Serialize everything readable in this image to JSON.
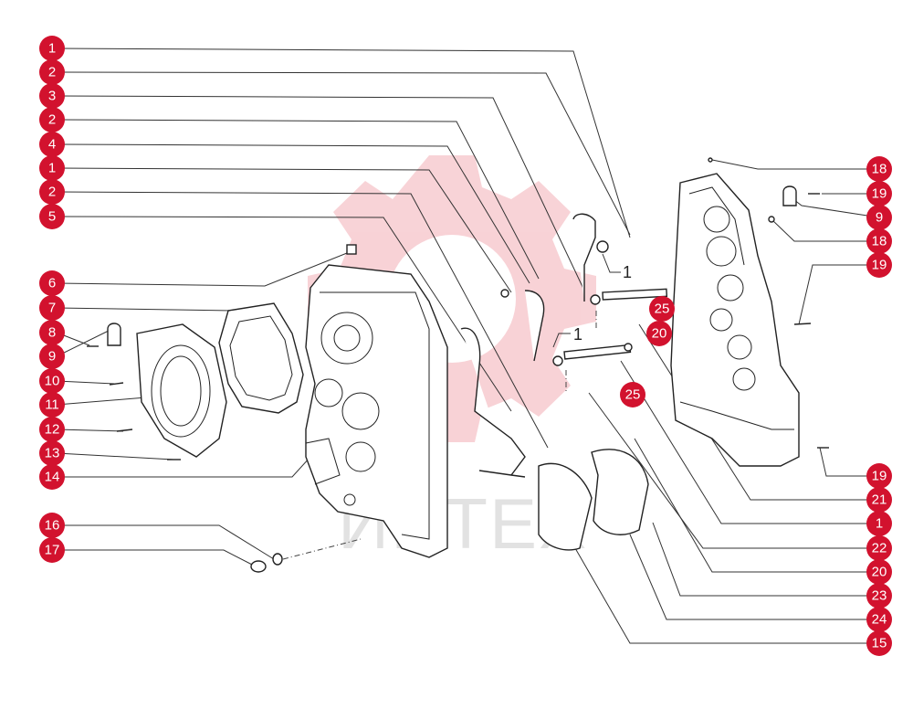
{
  "diagram": {
    "watermark": "ИНТЕХ",
    "callouts_left": [
      "1",
      "2",
      "3",
      "2",
      "4",
      "1",
      "2",
      "5",
      "6",
      "7",
      "8",
      "9",
      "10",
      "11",
      "12",
      "13",
      "14",
      "16",
      "17"
    ],
    "callouts_right": [
      "18",
      "19",
      "9",
      "18",
      "19",
      "25",
      "20",
      "25",
      "19",
      "21",
      "1",
      "22",
      "20",
      "23",
      "24",
      "15"
    ],
    "inline_refs": [
      "1",
      "1"
    ],
    "colors": {
      "badge": "#d2122e",
      "line": "#333333",
      "watermark": "#e98a8a"
    }
  }
}
